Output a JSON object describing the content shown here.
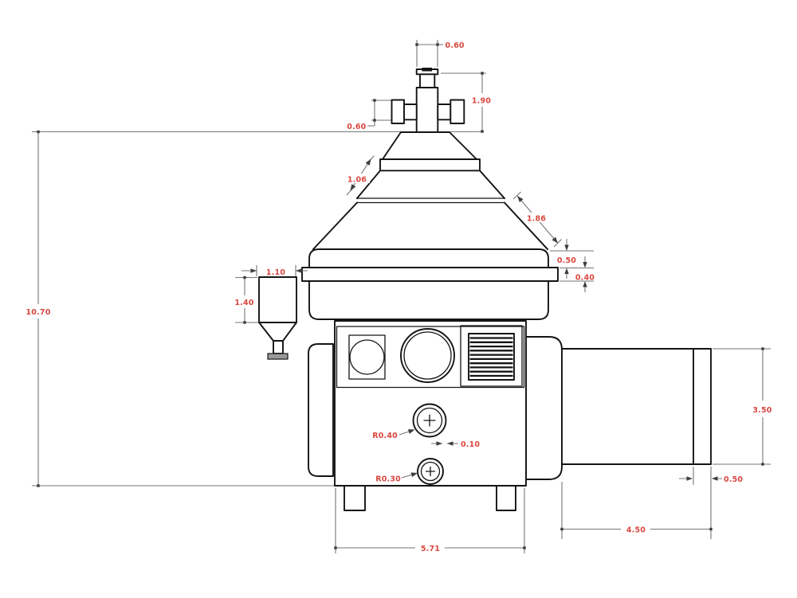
{
  "drawing": {
    "description": "Technical front-view drawing of a disc-stack centrifugal separator with red dimension annotations",
    "colors": {
      "background": "#ffffff",
      "body_line": "#141414",
      "dimension_line": "#767676",
      "dimension_marker": "#3d3d3d",
      "dimension_text": "#d9473f",
      "flange_fill": "#9a9a9a"
    },
    "dimensions": {
      "inlet_pipe_width": "0.60",
      "inlet_assembly_height": "1.90",
      "inlet_arm_height": "0.60",
      "upper_cone_slope_length": "1.06",
      "lower_cone_slope_length": "1.86",
      "cone_rim_height": "0.50",
      "casing_flange_height": "0.40",
      "hopper_width": "1.10",
      "hopper_height": "1.40",
      "overall_height": "10.70",
      "upper_port_radius": "R0.40",
      "port_wall_thickness": "0.10",
      "lower_port_radius": "R0.30",
      "motor_height": "3.50",
      "motor_end_cap_width": "0.50",
      "motor_length": "4.50",
      "base_width": "5.71"
    }
  }
}
